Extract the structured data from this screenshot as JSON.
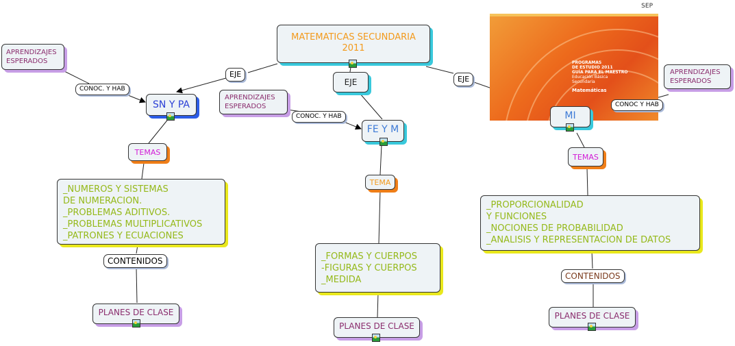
{
  "colors": {
    "node_fill": "#eef3f6",
    "blue_text": "#2a3fd6",
    "orange_text": "#f39a1c",
    "magenta_text": "#d21ad6",
    "green_text": "#95b91a",
    "purple_text": "#8a2c6d",
    "cover_orange": "#ed6a1c"
  },
  "icon_name": "image-icon",
  "main": {
    "line1": "MATEMATICAS SECUNDARIA",
    "line2": "2011"
  },
  "cover": {
    "header_text": "SEP",
    "lines": [
      "PROGRAMAS",
      "DE ESTUDIO 2011",
      "GUÍA PARA EL MAESTRO",
      "Educación Básica",
      "Secundaria"
    ],
    "brand": "Matemáticas"
  },
  "left": {
    "aprendizajes": [
      "APRENDIZAJES",
      "ESPERADOS"
    ],
    "conoc": "CONOC. Y HAB",
    "eje": "EJE",
    "title": "SN Y PA",
    "temas": "TEMAS",
    "list": [
      "_NUMEROS Y SISTEMAS",
      "DE NUMERACION.",
      "_PROBLEMAS ADITIVOS.",
      "_PROBLEMAS MULTIPLICATIVOS",
      "_PATRONES Y ECUACIONES"
    ],
    "contenidos": "CONTENIDOS",
    "planes": "PLANES DE CLASE"
  },
  "center": {
    "eje": "EJE",
    "aprendizajes": [
      "APRENDIZAJES",
      "ESPERADOS"
    ],
    "conoc": "CONOC. Y HAB",
    "title": "FE Y M",
    "tema": "TEMA",
    "list": [
      "_FORMAS Y CUERPOS",
      "-FIGURAS Y CUERPOS",
      "_MEDIDA"
    ],
    "planes": "PLANES DE CLASE"
  },
  "right": {
    "eje": "EJE",
    "aprendizajes": [
      "APRENDIZAJES",
      "ESPERADOS"
    ],
    "conoc": "CONOC Y HAB",
    "title": "MI",
    "temas": "TEMAS",
    "list": [
      "_PROPORCIONALIDAD",
      "Y FUNCIONES",
      "_NOCIONES DE PROBABILIDAD",
      "_ANALISIS Y REPRESENTACION DE DATOS"
    ],
    "contenidos": "CONTENIDOS",
    "planes": "PLANES DE CLASE"
  }
}
